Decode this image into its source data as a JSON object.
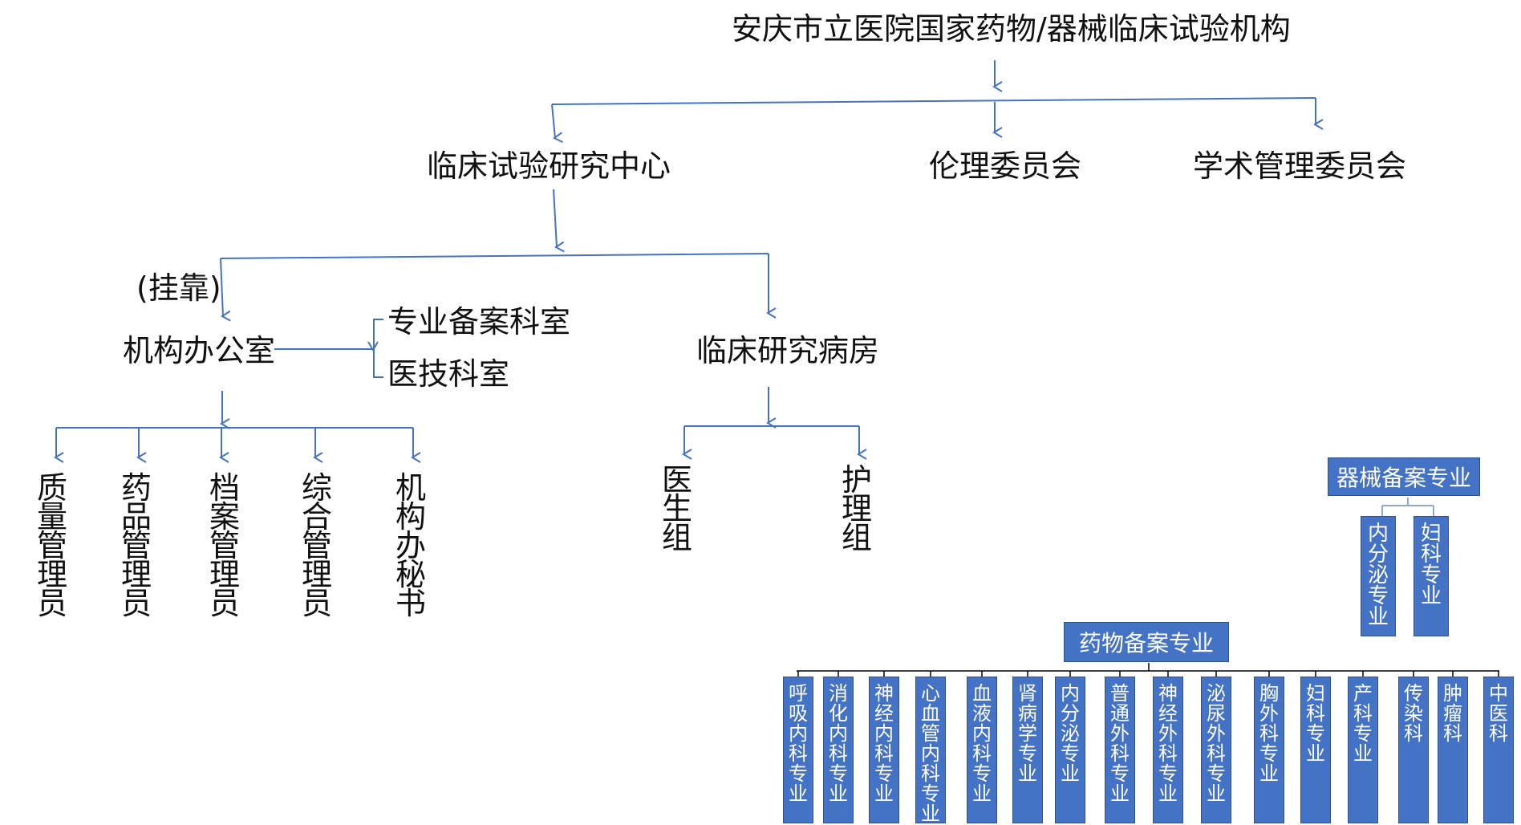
{
  "diagram": {
    "title": "安庆市立医院国家药物/器械临床试验机构",
    "level1": {
      "research_center": "临床试验研究中心",
      "ethics": "伦理委员会",
      "academic": "学术管理委员会"
    },
    "attach_note": "(挂靠)",
    "office": "机构办公室",
    "office_links": [
      "专业备案科室",
      "医技科室"
    ],
    "ward": "临床研究病房",
    "office_staff": [
      "质量管理员",
      "药品管理员",
      "档案管理员",
      "综合管理员",
      "机构办秘书"
    ],
    "ward_groups": [
      "医生组",
      "护理组"
    ],
    "device_specialty": {
      "label": "器械备案专业",
      "items": [
        "内分泌专业",
        "妇科专业"
      ]
    },
    "drug_specialty": {
      "label": "药物备案专业",
      "items": [
        "呼吸内科专业",
        "消化内科专业",
        "神经内科专业",
        "心血管内科专业",
        "血液内科专业",
        "肾病学专业",
        "内分泌专业",
        "普通外科专业",
        "神经外科专业",
        "泌尿外科专业",
        "胸外科专业",
        "妇科专业",
        "产科专业",
        "传染科",
        "肿瘤科",
        "中医科"
      ]
    },
    "colors": {
      "line": "#4472c4",
      "box": "#4472c4",
      "box_text": "#ffffff"
    }
  }
}
